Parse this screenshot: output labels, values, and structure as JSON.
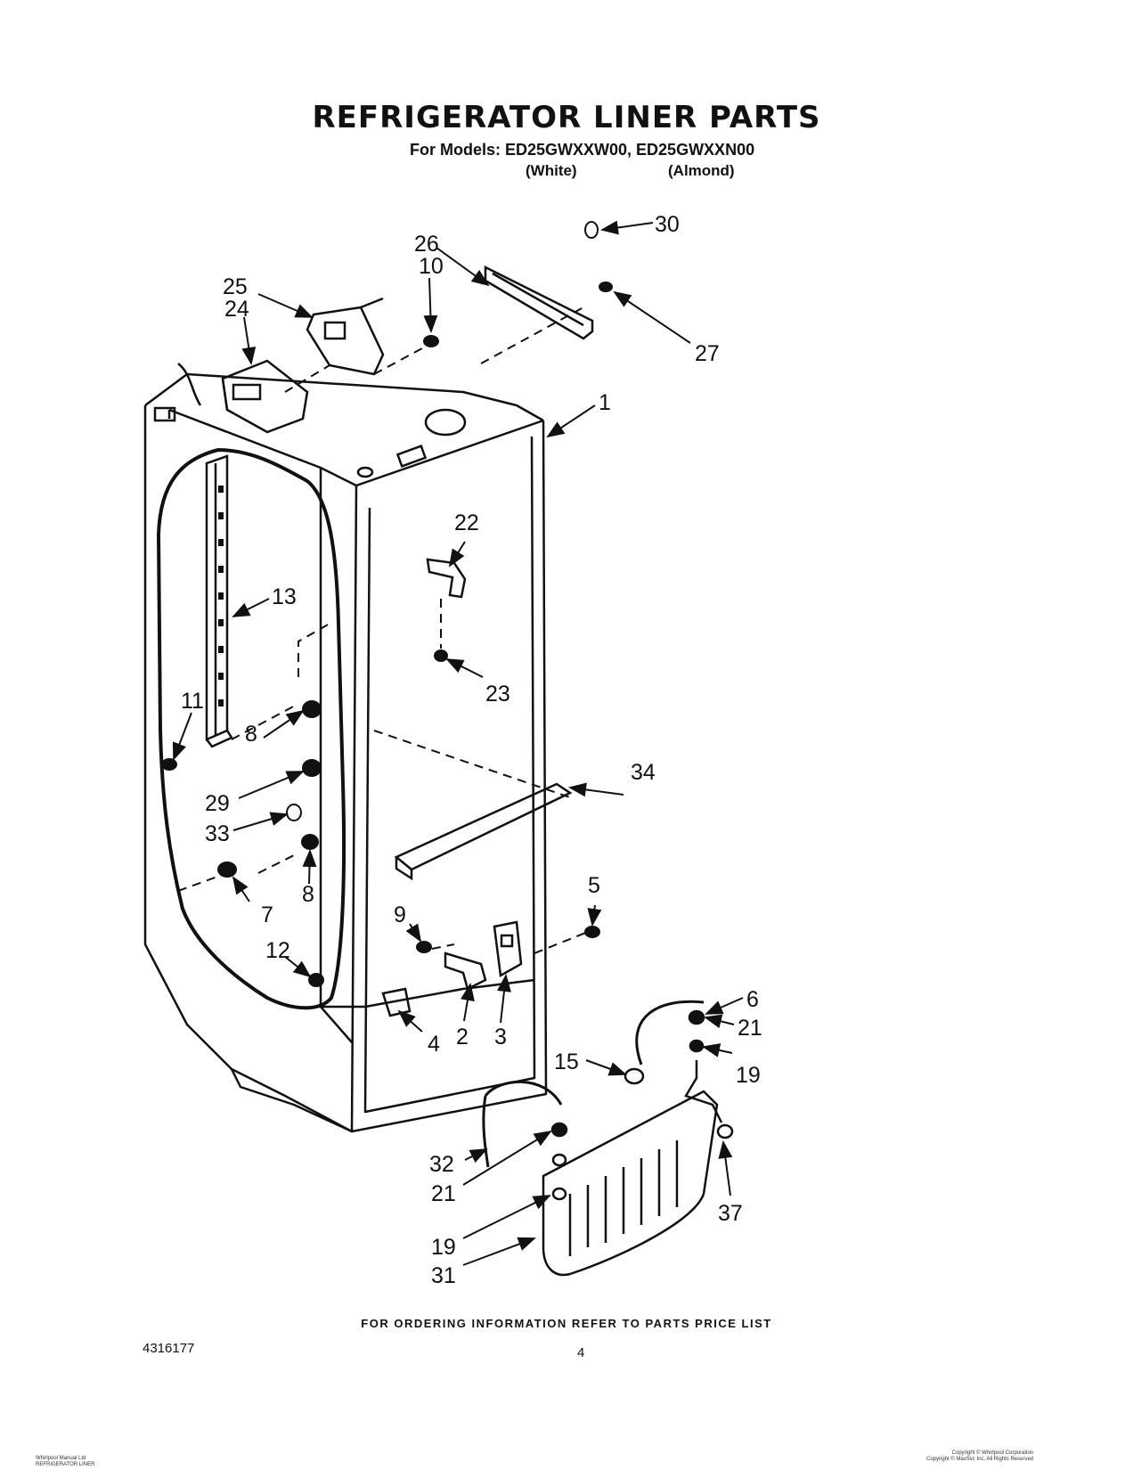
{
  "header": {
    "title": "REFRIGERATOR LINER PARTS",
    "models_line": "For Models: ED25GWXXW00, ED25GWXXN00",
    "color_white": "(White)",
    "color_almond": "(Almond)"
  },
  "callouts": {
    "c1": "1",
    "c2": "2",
    "c3": "3",
    "c4": "4",
    "c5": "5",
    "c6": "6",
    "c7": "7",
    "c8a": "8",
    "c8b": "8",
    "c9": "9",
    "c10": "10",
    "c11": "11",
    "c12": "12",
    "c13": "13",
    "c15": "15",
    "c19a": "19",
    "c19b": "19",
    "c21a": "21",
    "c21b": "21",
    "c22": "22",
    "c23": "23",
    "c24": "24",
    "c25": "25",
    "c26": "26",
    "c27": "27",
    "c29": "29",
    "c30": "30",
    "c31": "31",
    "c32": "32",
    "c33": "33",
    "c34": "34",
    "c37": "37"
  },
  "footer": {
    "ordering_info": "FOR ORDERING INFORMATION REFER TO PARTS PRICE LIST",
    "doc_number": "4316177",
    "page_number": "4",
    "left_small_1": "Whirlpool Manual Ltd",
    "left_small_2": "REFRIGERATOR LINER",
    "right_small_1": "Copyright © Whirlpool Corporation",
    "right_small_2": "Copyright © MaxSvc Inc. All Rights Reserved"
  }
}
